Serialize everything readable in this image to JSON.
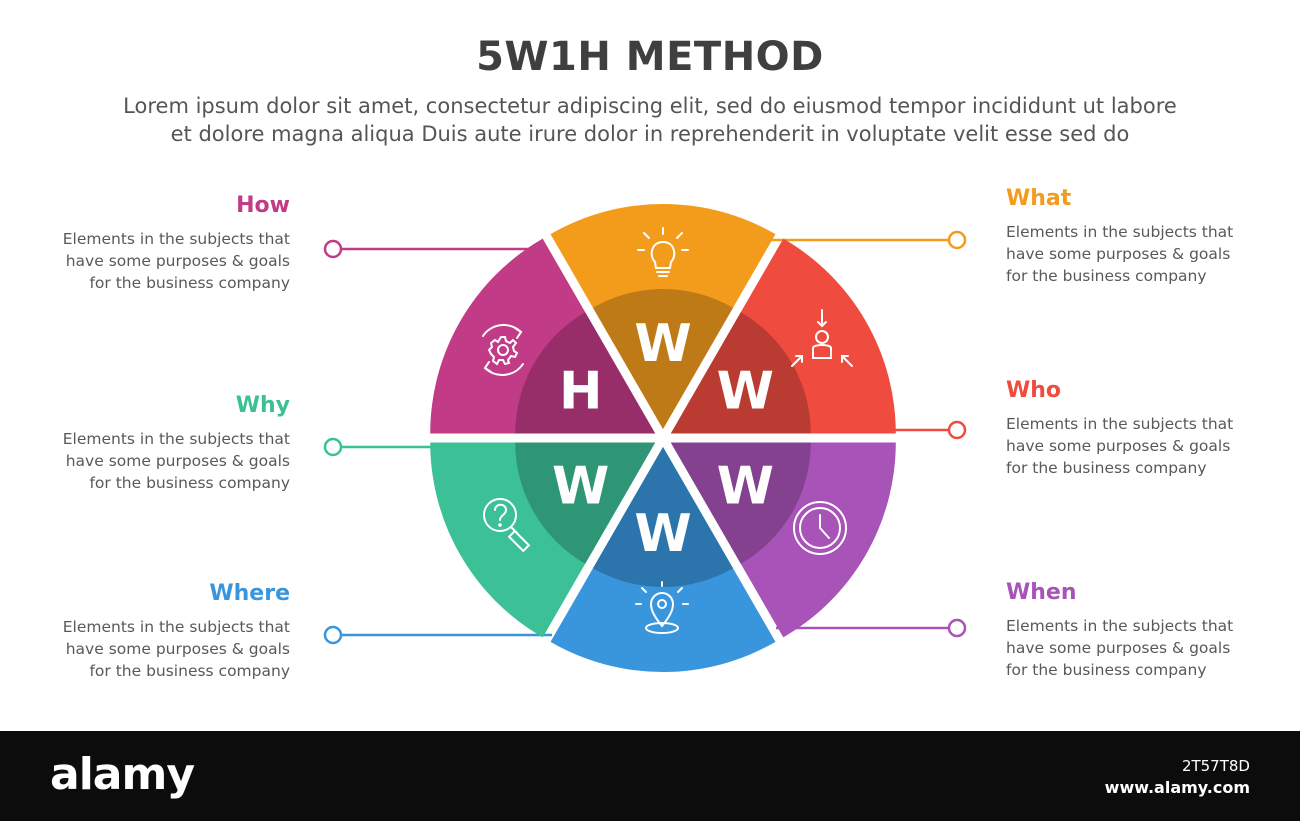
{
  "title": "5W1H METHOD",
  "subtitle": {
    "line1": "Lorem ipsum dolor sit amet, consectetur adipiscing elit, sed do eiusmod tempor incididunt ut labore",
    "line2": "et dolore magna aliqua Duis aute irure dolor in reprehenderit in voluptate velit esse sed do"
  },
  "segments": [
    {
      "key": "what",
      "head": "What",
      "letter": "W",
      "icon": "lightbulb-icon",
      "color": "#f39c1c",
      "desc": [
        "Elements in the subjects that",
        "have  some purposes & goals",
        "for the  business company"
      ]
    },
    {
      "key": "who",
      "head": "Who",
      "letter": "W",
      "icon": "person-focus-icon",
      "color": "#ef4b3f",
      "desc": [
        "Elements in the subjects that",
        "have  some purposes & goals",
        "for the  business company"
      ]
    },
    {
      "key": "when",
      "head": "When",
      "letter": "W",
      "icon": "clock-icon",
      "color": "#a853b7",
      "desc": [
        "Elements in the subjects that",
        "have  some purposes & goals",
        "for the  business company"
      ]
    },
    {
      "key": "where",
      "head": "Where",
      "letter": "W",
      "icon": "location-pin-icon",
      "color": "#3996dc",
      "desc": [
        "Elements in the subjects that",
        "have  some purposes & goals",
        "for the  business company"
      ]
    },
    {
      "key": "why",
      "head": "Why",
      "letter": "W",
      "icon": "question-search-icon",
      "color": "#3cc096",
      "desc": [
        "Elements in the subjects that",
        "have  some purposes & goals",
        "for the  business company"
      ]
    },
    {
      "key": "how",
      "head": "How",
      "letter": "H",
      "icon": "gear-cycle-icon",
      "color": "#c23b86",
      "desc": [
        "Elements in the subjects that",
        "have  some purposes & goals",
        "for the  business company"
      ]
    }
  ],
  "footer": {
    "brand": "alamy",
    "image_id": "2T57T8D",
    "url": "www.alamy.com"
  }
}
